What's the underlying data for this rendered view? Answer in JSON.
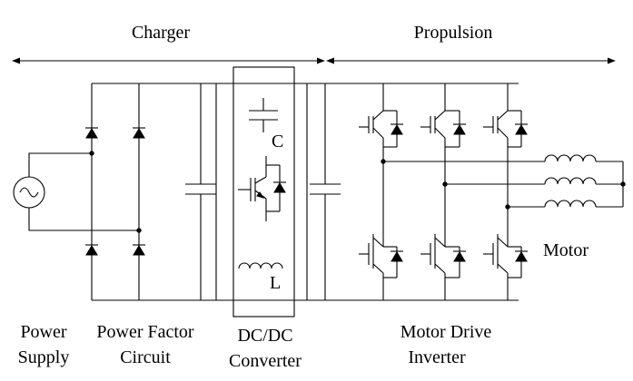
{
  "diagram": {
    "sections": {
      "charger": "Charger",
      "propulsion": "Propulsion"
    },
    "labels": {
      "power_supply": [
        "Power",
        "Supply"
      ],
      "power_factor_circuit": [
        "Power Factor",
        "Circuit"
      ],
      "dcdc_converter": [
        "DC/DC",
        "Converter"
      ],
      "motor_drive_inverter": [
        "Motor Drive",
        "Inverter"
      ],
      "motor": "Motor",
      "capacitor_symbol": "C",
      "inductor_symbol": "L"
    }
  }
}
